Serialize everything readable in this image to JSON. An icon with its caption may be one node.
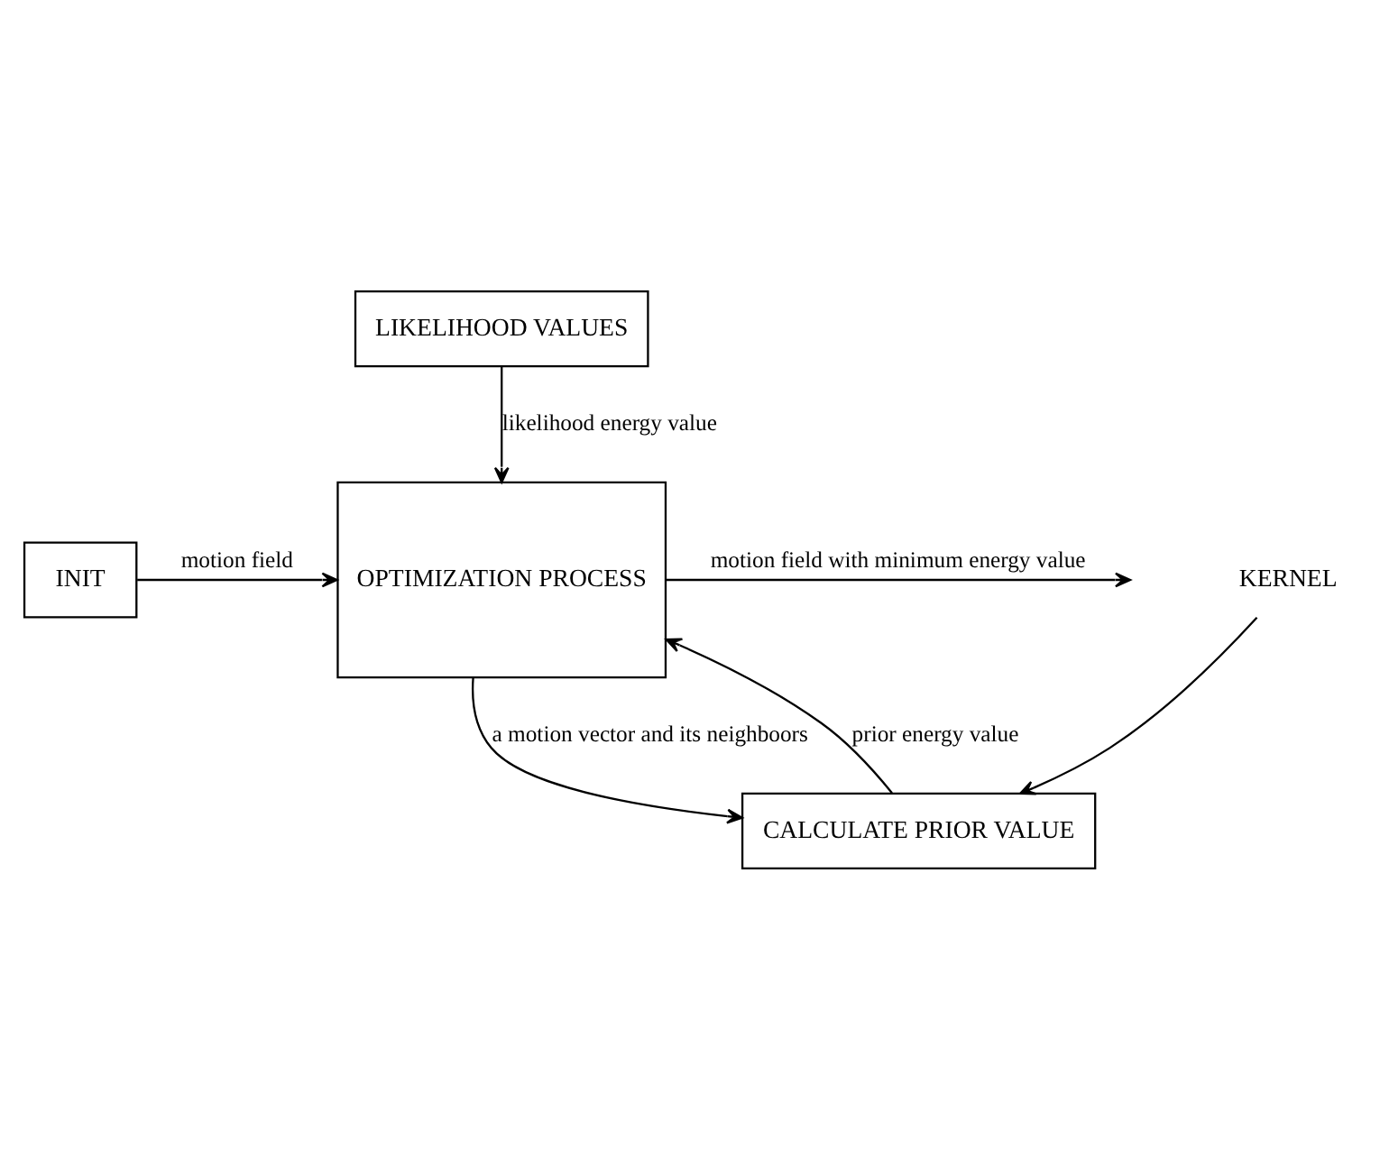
{
  "diagram": {
    "nodes": [
      {
        "text": [
          "INIT"
        ]
      },
      {
        "text": [
          "OPTIMIZATION PROCESS"
        ]
      },
      {
        "text": [
          "LIKELIHOOD VALUES"
        ]
      },
      {
        "text": [
          "CALCULATE PRIOR VALUE"
        ]
      },
      {
        "text": [
          "KERNEL"
        ]
      }
    ],
    "edges": [
      {
        "from": 0,
        "to": 1,
        "arrow": "to",
        "label": "motion field"
      },
      {
        "from": 1,
        "to": null,
        "arrow": "to",
        "label": "motion field with minimum energy value"
      },
      {
        "from": 2,
        "to": 1,
        "arrow": "to",
        "label": "likelihood energy value"
      },
      {
        "from": 1,
        "to": 3,
        "arrow": "to",
        "label": "a motion vector and its neighboors"
      },
      {
        "from": 3,
        "to": 1,
        "arrow": "to",
        "label": "prior energy value"
      },
      {
        "from": 4,
        "to": 3,
        "arrow": "to"
      }
    ]
  }
}
